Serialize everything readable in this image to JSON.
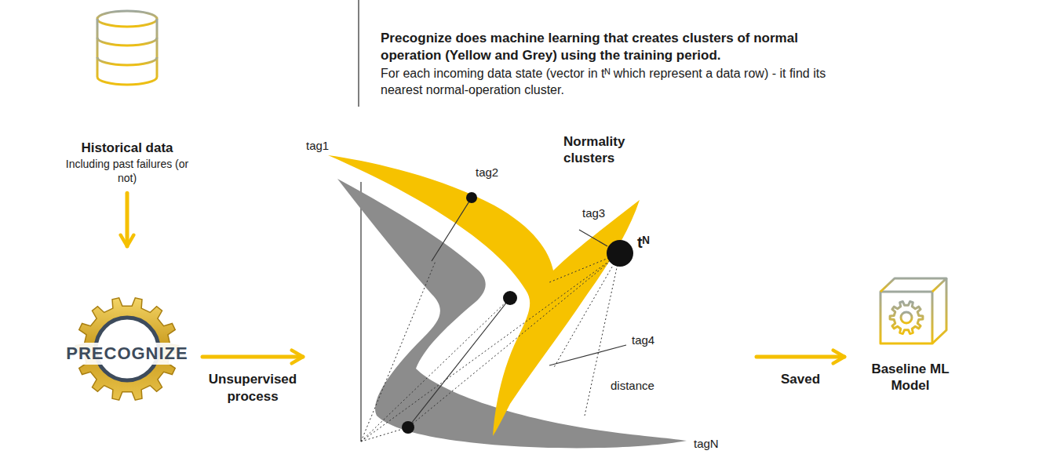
{
  "diagram": {
    "title": "Precognize does machine learning that creates clusters of normal operation (Yellow and Grey) using the training period.",
    "nodes": [
      {
        "text": [
          "Historical data",
          "Including past failures (or not)"
        ]
      },
      {
        "text": [
          "PRECOGNIZE"
        ]
      },
      {
        "text": [
          "Normality clusters"
        ]
      },
      {
        "text": [
          "Baseline ML Model"
        ]
      }
    ],
    "edges": [
      {
        "from": 0,
        "to": 1,
        "arrow": "to"
      },
      {
        "from": 1,
        "to": 2,
        "label": "Unsupervised process",
        "arrow": "to"
      },
      {
        "from": 2,
        "to": 3,
        "label": "Saved",
        "arrow": "to"
      }
    ],
    "labels": [
      "For each incoming data state (vector in tᴺ which represent a data row) - it find its nearest normal-operation cluster.",
      "tag1",
      "tag2",
      "tag3",
      "tᴺ",
      "tag4",
      "distance",
      "tagN"
    ]
  }
}
